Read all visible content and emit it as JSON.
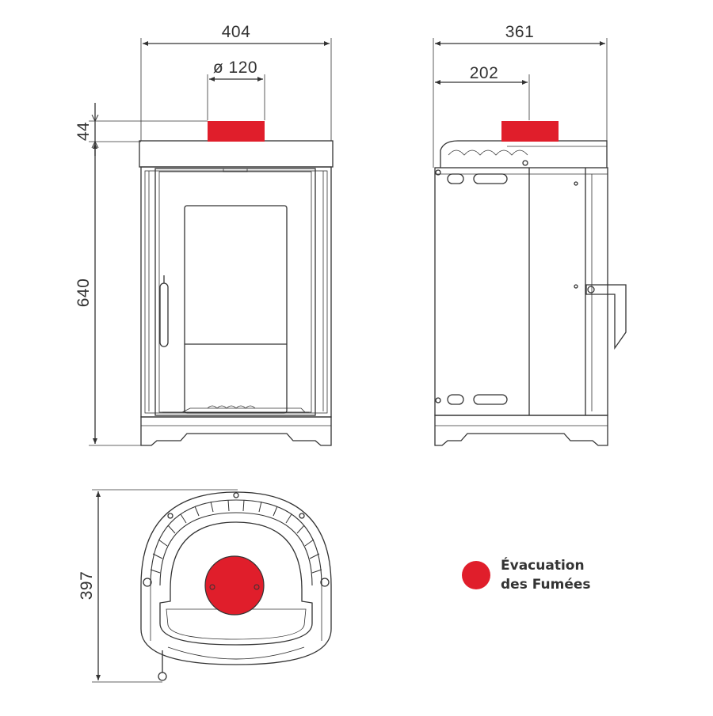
{
  "dimensions": {
    "front_width": "404",
    "flue_diameter": "ø 120",
    "flue_height": "44",
    "body_height": "640",
    "side_depth": "361",
    "flue_offset": "202",
    "top_depth": "397"
  },
  "legend": {
    "label": "Évacuation\ndes Fumées"
  },
  "colors": {
    "flue": "#e01e2b",
    "line": "#333333",
    "background": "#ffffff"
  }
}
